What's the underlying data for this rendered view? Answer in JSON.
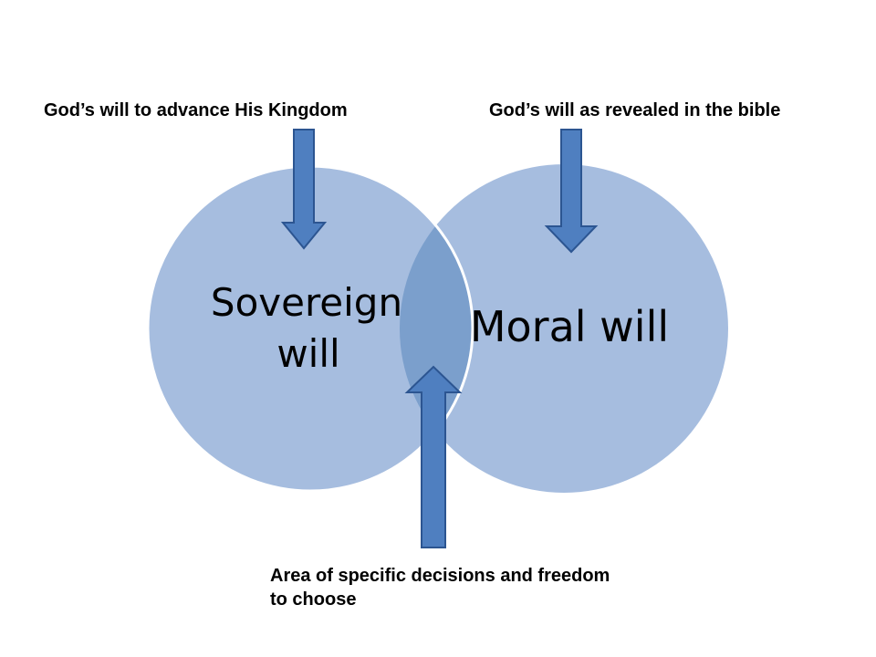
{
  "colors": {
    "circle_fill": "#a6bddf",
    "circle_edge": "#ffffff",
    "overlap_fill": "#7b9fcc",
    "arrow_fill": "#4f7fc0",
    "arrow_edge": "#2c5591"
  },
  "circles": {
    "left_label_line1": "Sovereign",
    "left_label_line2": "will",
    "right_label": "Moral will"
  },
  "annotations": {
    "sovereign": "God’s will to advance His Kingdom",
    "moral": "God’s will as revealed in the bible",
    "overlap_line1": "Area of specific decisions and freedom",
    "overlap_line2": "to choose"
  },
  "arrows": {
    "sovereign_direction": "down",
    "moral_direction": "down",
    "overlap_direction": "up"
  }
}
